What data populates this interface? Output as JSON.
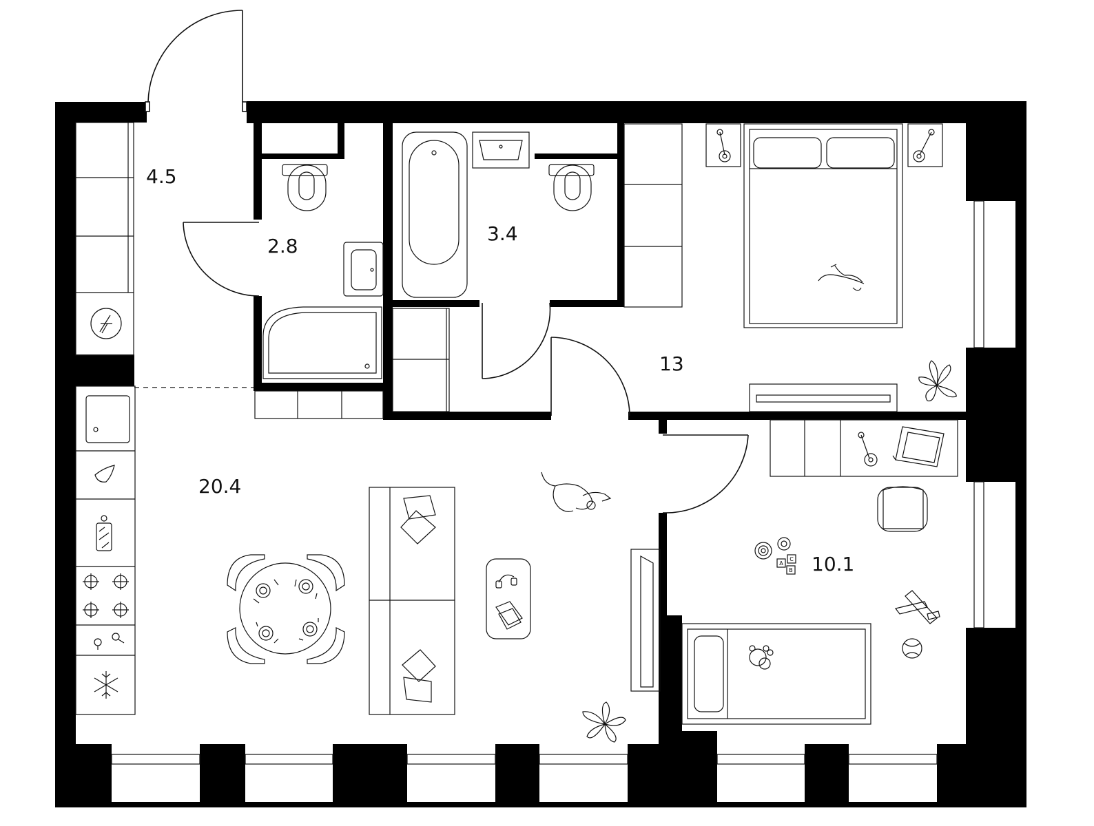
{
  "rooms": [
    {
      "id": "hall",
      "area": "4.5"
    },
    {
      "id": "wc",
      "area": "2.8"
    },
    {
      "id": "bathroom",
      "area": "3.4"
    },
    {
      "id": "bedroom",
      "area": "13"
    },
    {
      "id": "living-kitchen",
      "area": "20.4"
    },
    {
      "id": "kids-room",
      "area": "10.1"
    }
  ],
  "toy_blocks": [
    "A",
    "C",
    "B"
  ],
  "icons": [
    "electric-panel-icon",
    "sink-icon",
    "water-drop-icon",
    "cutting-board-icon",
    "stove-icon",
    "ladle-icon",
    "snowflake-icon",
    "cat-icon",
    "dog-icon",
    "plant-icon",
    "headphones-icon",
    "laptop-icon",
    "lamp-icon",
    "toy-plane-icon",
    "ball-icon"
  ],
  "colors": {
    "wall": "#000000",
    "line": "#111111",
    "background": "#ffffff"
  }
}
